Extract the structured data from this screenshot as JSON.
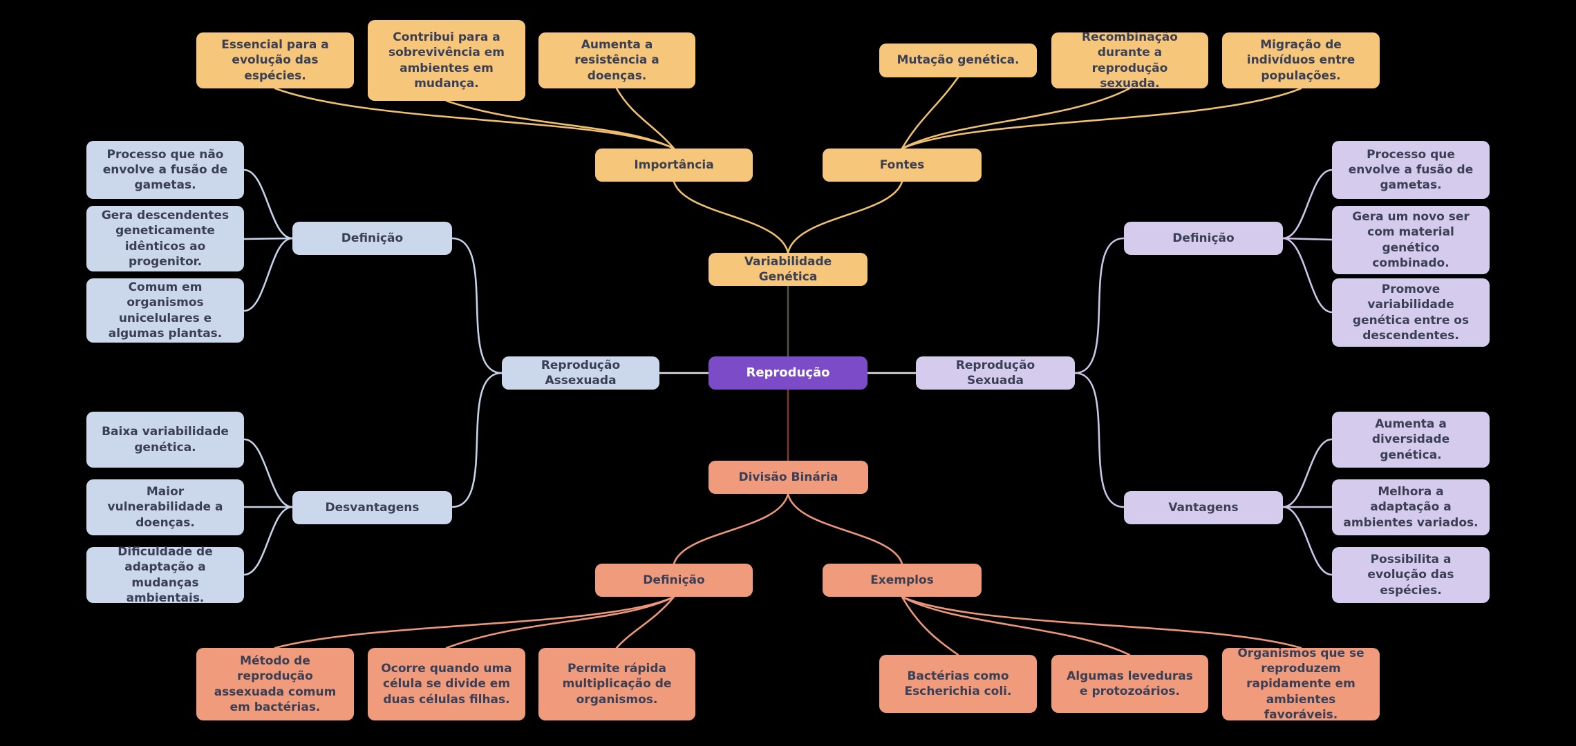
{
  "title": "Reprodução",
  "colors": {
    "background": "#000000",
    "center_fill": "#7C4BC8",
    "center_text": "#FFFFFF",
    "asexual_branch_fill": "#CBD7EB",
    "sexual_branch_fill": "#D5CBEC",
    "variability_branch_fill": "#F6C77B",
    "binary_branch_fill": "#F09B7C",
    "node_text": "#3A3F55"
  },
  "map": {
    "center": "Reprodução",
    "asexual": {
      "label": "Reprodução Assexuada",
      "definicao": {
        "label": "Definição",
        "items": [
          "Processo que não envolve a fusão de gametas.",
          "Gera descendentes geneticamente idênticos ao progenitor.",
          "Comum em organismos unicelulares e algumas plantas."
        ]
      },
      "desvantagens": {
        "label": "Desvantagens",
        "items": [
          "Baixa variabilidade genética.",
          "Maior vulnerabilidade a doenças.",
          "Dificuldade de adaptação a mudanças ambientais."
        ]
      }
    },
    "sexual": {
      "label": "Reprodução Sexuada",
      "definicao": {
        "label": "Definição",
        "items": [
          "Processo que envolve a fusão de gametas.",
          "Gera um novo ser com material genético combinado.",
          "Promove variabilidade genética entre os descendentes."
        ]
      },
      "vantagens": {
        "label": "Vantagens",
        "items": [
          "Aumenta a diversidade genética.",
          "Melhora a adaptação a ambientes variados.",
          "Possibilita a evolução das espécies."
        ]
      }
    },
    "variability": {
      "label": "Variabilidade Genética",
      "importancia": {
        "label": "Importância",
        "items": [
          "Essencial para a evolução das espécies.",
          "Contribui para a sobrevivência em ambientes em mudança.",
          "Aumenta a resistência a doenças."
        ]
      },
      "fontes": {
        "label": "Fontes",
        "items": [
          "Mutação genética.",
          "Recombinação durante a reprodução sexuada.",
          "Migração de indivíduos entre populações."
        ]
      }
    },
    "binary": {
      "label": "Divisão Binária",
      "definicao": {
        "label": "Definição",
        "items": [
          "Método de reprodução assexuada comum em bactérias.",
          "Ocorre quando uma célula se divide em duas células filhas.",
          "Permite rápida multiplicação de organismos."
        ]
      },
      "exemplos": {
        "label": "Exemplos",
        "items": [
          "Bactérias como Escherichia coli.",
          "Algumas leveduras e protozoários.",
          "Organismos que se reproduzem rapidamente em ambientes favoráveis."
        ]
      }
    }
  }
}
